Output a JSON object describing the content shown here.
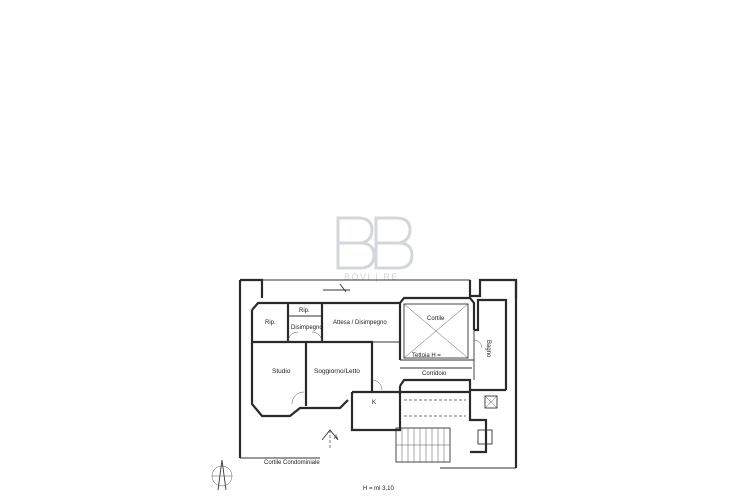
{
  "watermark": {
    "brand": "BOVI | RE",
    "icon": "bb-monogram-logo",
    "color": "#c9cdd3"
  },
  "rooms": {
    "rip_left": "Rip.",
    "rip_top": "Rip.",
    "disimpegno": "Disimpegno",
    "attesa": "Attesa / Disimpegno",
    "cortile": "Cortile",
    "tettoia": "Tettoia H =",
    "bagno": "Bagno",
    "corridoio": "Corridoio",
    "studio": "Studio",
    "soggiorno": "Soggiorno/Letto",
    "k": "K",
    "cortile_condominiale": "Cortile Condominiale"
  },
  "section_marker": "A",
  "height_note": "H = ml 3,10",
  "icons": {
    "north_arrow": "north-arrow-icon"
  }
}
